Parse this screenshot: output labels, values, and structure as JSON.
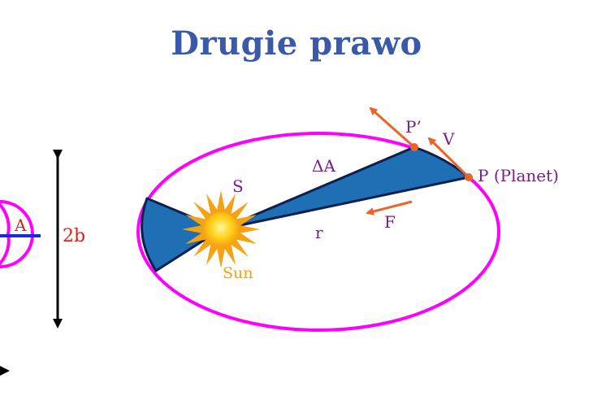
{
  "title": "Drugie prawo",
  "labels": {
    "a_label": "A",
    "two_b": "2b",
    "sun_s": "S",
    "sun_name": "Sun",
    "delta_a": "ΔA",
    "p_prime": "P’",
    "velocity": "V",
    "planet": "P (Planet)",
    "force": "F",
    "radius": "r"
  },
  "colors": {
    "title": "#3a5aa8",
    "orbit": "#ff00ff",
    "sector_fill": "#1f6fb4",
    "sector_edge": "#0c1f4f",
    "arrow": "#e8652c",
    "label_purple": "#7a1f8a",
    "label_red": "#e0201b",
    "sun_core": "#ffd21a",
    "sun_rays": "#f5a312",
    "axis_blue": "#1b2bd4"
  }
}
